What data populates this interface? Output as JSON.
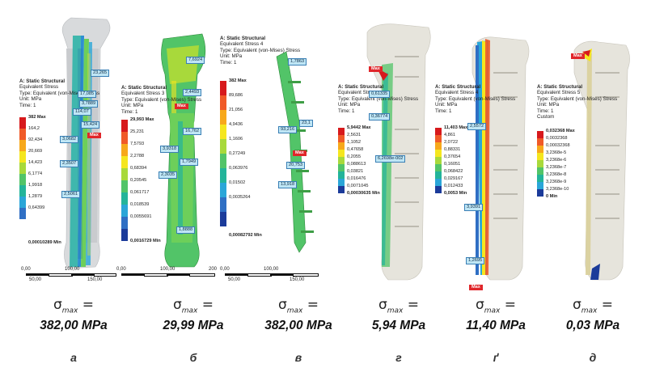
{
  "panels": [
    {
      "id": "a",
      "header": [
        "A: Static Structural",
        "Equivalent Stress",
        "Type: Equivalent (von-Mises) Stress",
        "Unit: MPa",
        "Time: 1"
      ],
      "legend": [
        "382 Max",
        "164,2",
        "92,434",
        "20,669",
        "14,423",
        "6,1774",
        "1,9918",
        "1,2879",
        "0,64399",
        "0,00010289 Min"
      ],
      "tags": [
        "23,265",
        "17,085",
        "3,7889",
        "114,07",
        "15,424",
        "3,0682",
        "2,3507",
        "2,5061"
      ],
      "max_tag": "Max",
      "scale": [
        "0,00",
        "100,00",
        "50,00",
        "150,00"
      ],
      "sigma": "382,00 MPa",
      "letter": "а"
    },
    {
      "id": "b",
      "header": [
        "A: Static Structural",
        "Equivalent Stress 3",
        "Type: Equivalent (von-Mises) Stress",
        "Unit: MPa",
        "Time: 1"
      ],
      "legend": [
        "29,993 Max",
        "25,231",
        "7,5793",
        "2,2788",
        "0,68394",
        "0,20545",
        "0,061717",
        "0,018539",
        "0,0055691",
        "0,0016729 Min"
      ],
      "tags": [
        "7,6924",
        "2,4493",
        "16,762",
        "3,9318",
        "1,7949",
        "2,3035",
        "1,8888"
      ],
      "max_tag": "Max",
      "scale": [
        "0,00",
        "100,00",
        "200"
      ],
      "sigma": "29,99 MPa",
      "letter": "б"
    },
    {
      "id": "c",
      "header": [
        "A: Static Structural",
        "Equivalent Stress 4",
        "Type: Equivalent (von-Mises) Stress",
        "Unit: MPa",
        "Time: 1"
      ],
      "legend": [
        "382 Max",
        "89,686",
        "21,056",
        "4,9436",
        "1,1606",
        "0,27249",
        "0,063976",
        "0,01502",
        "0,0035264",
        "0,00082792 Min"
      ],
      "tags": [
        "1,7863",
        "93,216",
        "23,1",
        "20,753",
        "13,918"
      ],
      "max_tag": "Max",
      "scale": [
        "0,00",
        "100,00",
        "50,00",
        "150,00"
      ],
      "sigma": "382,00 MPa",
      "letter": "в"
    },
    {
      "id": "d",
      "header": [
        "A: Static Structural",
        "Equivalent Stress",
        "Type: Equivalent (von-Mises) Stress",
        "Unit: MPa",
        "Time: 1"
      ],
      "legend": [
        "5,9442 Max",
        "2,5631",
        "1,1052",
        "0,47658",
        "0,2055",
        "0,088613",
        "0,03821",
        "0,016476",
        "0,0071045",
        "0,00030635 Min"
      ],
      "tags": [
        "0,61335",
        "0,36774",
        "6,2698e-002"
      ],
      "max_tag": "Max",
      "sigma": "5,94 MPa",
      "letter": "г"
    },
    {
      "id": "e",
      "header": [
        "A: Static Structural",
        "Equivalent Stress 4",
        "Type: Equivalent (von-Mises) Stress",
        "Unit: MPa",
        "Time: 1"
      ],
      "legend": [
        "11,403 Max",
        "4,861",
        "2,0722",
        "0,88331",
        "0,37654",
        "0,16051",
        "0,068422",
        "0,029167",
        "0,012433",
        "0,0053 Min"
      ],
      "tags": [
        "2,5572",
        "3,9391",
        "1,2695"
      ],
      "max_tag": "Max",
      "sigma": "11,40 MPa",
      "letter": "ґ"
    },
    {
      "id": "f",
      "header": [
        "A: Static Structural",
        "Equivalent Stress 5",
        "Type: Equivalent (von-Mises) Stress",
        "Unit: MPa",
        "Time: 1",
        "Custom"
      ],
      "legend": [
        "0,032368 Max",
        "0,0032368",
        "0,00032368",
        "3,2368e-5",
        "3,2368e-6",
        "3,2368e-7",
        "3,2368e-8",
        "3,2368e-9",
        "3,2368e-10",
        "0 Min"
      ],
      "tags": [],
      "max_tag": "Max",
      "sigma": "0,03 MPa",
      "letter": "д"
    }
  ],
  "sigma_symbol": "σ",
  "sigma_sub": "max",
  "sigma_eq": "=",
  "legend_colors": [
    "#d7191c",
    "#f05a28",
    "#f7a81b",
    "#f5e61e",
    "#a8d93b",
    "#52c468",
    "#23b49a",
    "#2aa6d8",
    "#2f6fc4",
    "#1b3b9a"
  ]
}
